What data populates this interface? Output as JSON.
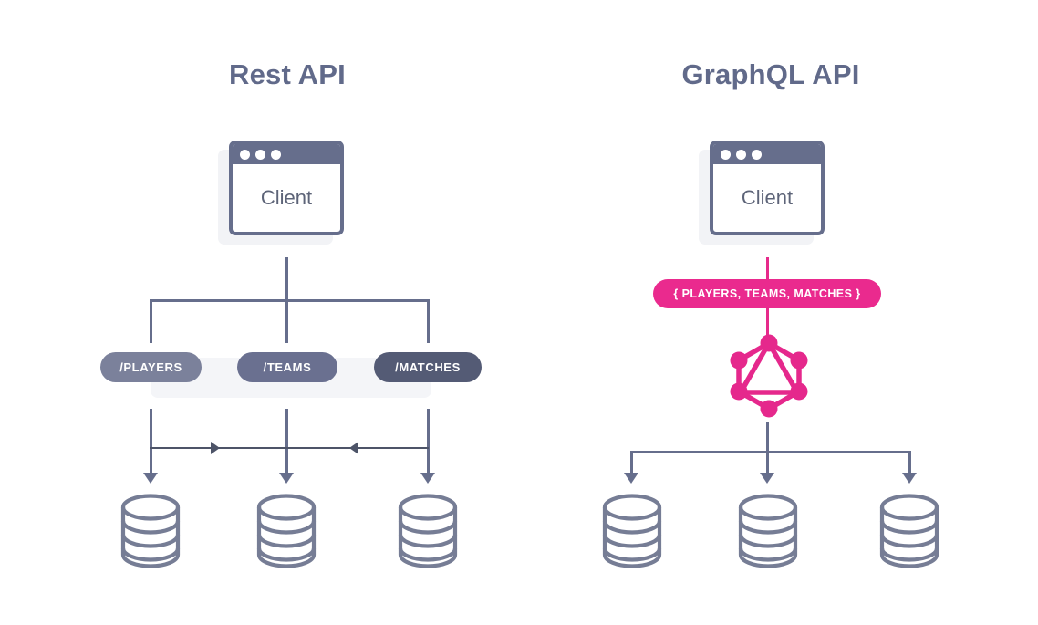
{
  "diagram": {
    "title": "Rest API vs GraphQL API data fetching comparison",
    "background_color": "#ffffff",
    "colors": {
      "slate": "#666e8c",
      "slate_dark": "#545b75",
      "slate_mid": "#6a7090",
      "slate_light": "#7b819b",
      "pink": "#ea2a8e",
      "title": "#616a8a",
      "backdrop": "#f4f5f8"
    }
  },
  "rest": {
    "title": "Rest API",
    "client": {
      "label": "Client",
      "window_dots": 3
    },
    "endpoints": [
      {
        "label": "/PLAYERS",
        "color": "#7b819b"
      },
      {
        "label": "/TEAMS",
        "color": "#6a7090"
      },
      {
        "label": "/MATCHES",
        "color": "#545b75"
      }
    ],
    "databases": [
      {
        "name": "database-players",
        "layers": 4
      },
      {
        "name": "database-teams",
        "layers": 4
      },
      {
        "name": "database-matches",
        "layers": 4
      }
    ]
  },
  "graphql": {
    "title": "GraphQL API",
    "client": {
      "label": "Client",
      "window_dots": 3
    },
    "query": {
      "label": "{ PLAYERS, TEAMS, MATCHES }",
      "color": "#ea2a8e"
    },
    "logo": {
      "name": "graphql-logo",
      "color": "#e5288c",
      "nodes": 6,
      "shape": "hexagon-with-inner-triangle"
    },
    "databases": [
      {
        "name": "database-1",
        "layers": 4
      },
      {
        "name": "database-2",
        "layers": 4
      },
      {
        "name": "database-3",
        "layers": 4
      }
    ]
  }
}
